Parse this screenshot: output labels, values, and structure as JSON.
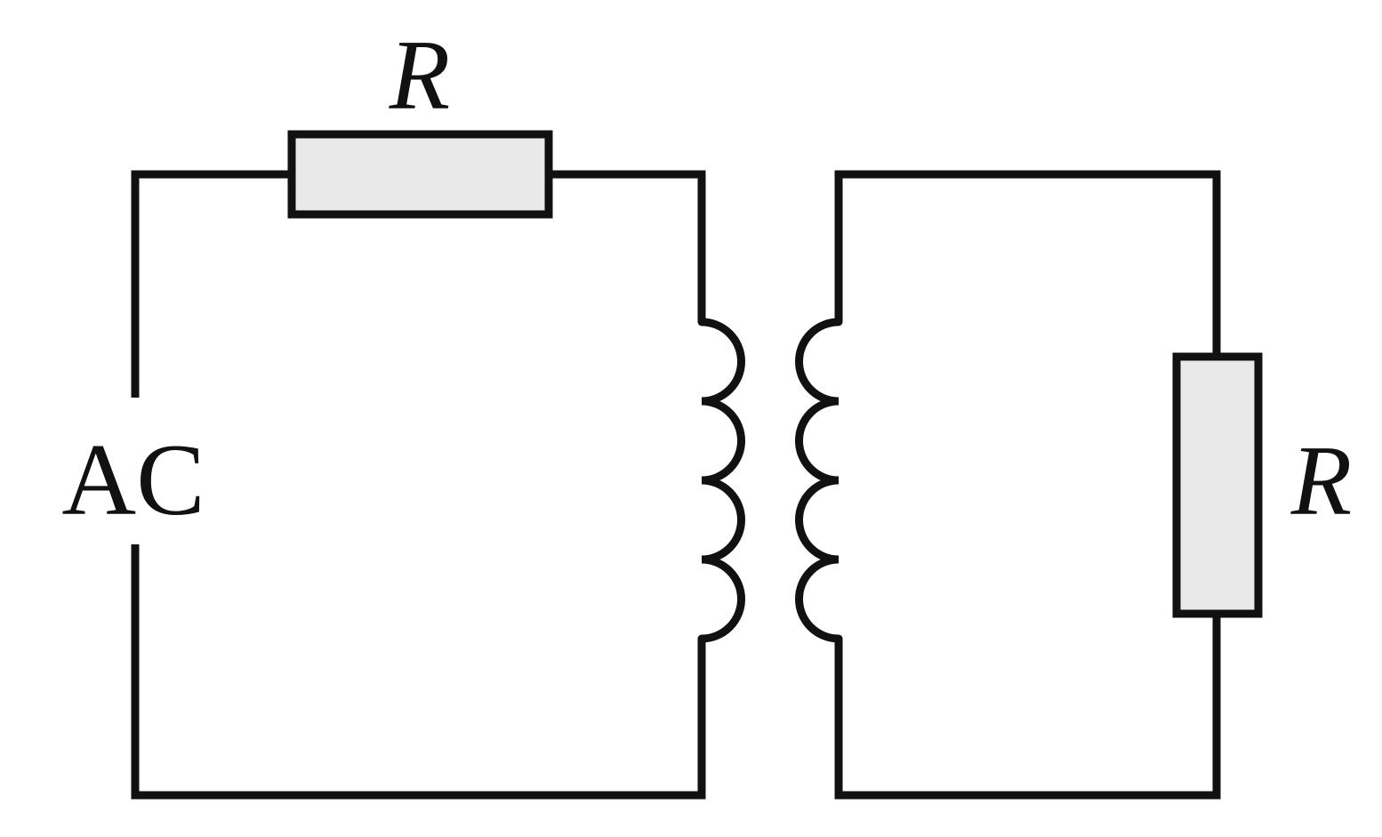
{
  "diagram": {
    "source_label": "AC",
    "series_resistor_label": "R",
    "load_resistor_label": "R",
    "colors": {
      "wire": "#111111",
      "resistor_fill": "#e9e9e9",
      "background": "#ffffff"
    },
    "components": {
      "source": "ac-source-terminals",
      "series_resistor": "resistor",
      "primary_coil_turns": 4,
      "secondary_coil_turns": 4,
      "load_resistor": "resistor"
    }
  }
}
